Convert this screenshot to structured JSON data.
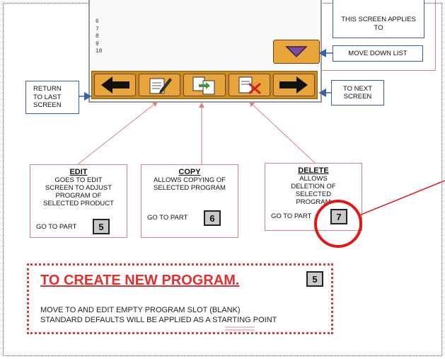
{
  "device": {
    "list_numbers": [
      "6",
      "7",
      "8",
      "9",
      "10"
    ],
    "toolbar_buttons": [
      "back-arrow-icon",
      "edit-icon",
      "copy-icon",
      "delete-icon",
      "next-arrow-icon"
    ]
  },
  "callouts": {
    "screen_applies": "THIS SCREEN APPLIES TO",
    "move_down": "MOVE DOWN LIST",
    "return_last": "RETURN TO LAST SCREEN",
    "next_screen": "TO NEXT SCREEN"
  },
  "edit": {
    "title": "EDIT",
    "desc": "GOES TO EDIT SCREEN TO ADJUST PROGRAM OF SELECTED PRODUCT",
    "goto": "GO TO PART",
    "part": "5"
  },
  "copy": {
    "title": "COPY",
    "desc": "ALLOWS COPYING OF SELECTED PROGRAM",
    "goto": "GO TO PART",
    "part": "6"
  },
  "delete": {
    "title": "DELETE",
    "desc": "ALLOWS DELETION OF SELECTED PROGRAM",
    "goto": "GO TO PART",
    "part": "7"
  },
  "create": {
    "heading": "TO CREATE NEW PROGRAM.",
    "part": "5",
    "line1": "MOVE TO AND EDIT EMPTY PROGRAM SLOT (BLANK)",
    "line2": "STANDARD DEFAULTS WILL BE APPLIED AS A STARTING POINT"
  },
  "colors": {
    "button_fill": "#e8a53a",
    "callout_blue": "#3c5fa8",
    "callout_red": "#d98080",
    "highlight_red": "#e01818"
  }
}
